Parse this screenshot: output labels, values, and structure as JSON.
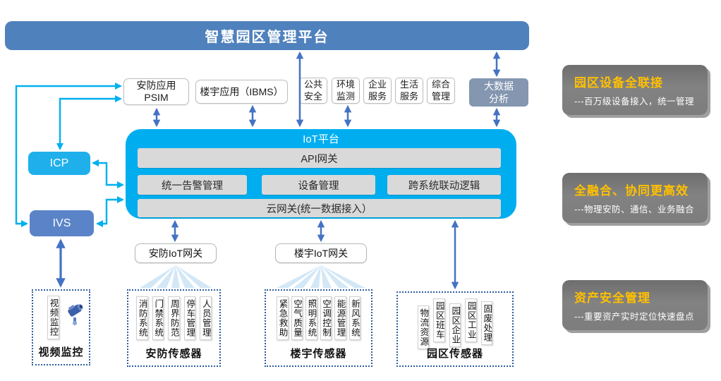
{
  "banner": {
    "title": "智慧园区管理平台"
  },
  "apps": {
    "psim": {
      "l1": "安防应用",
      "l2": "PSIM"
    },
    "ibms": {
      "label": "楼宇应用（IBMS）"
    },
    "services": [
      {
        "l1": "公共",
        "l2": "安全"
      },
      {
        "l1": "环境",
        "l2": "监测"
      },
      {
        "l1": "企业",
        "l2": "服务"
      },
      {
        "l1": "生活",
        "l2": "服务"
      },
      {
        "l1": "综合",
        "l2": "管理"
      }
    ],
    "bigdata": {
      "l1": "大数据",
      "l2": "分析"
    }
  },
  "iot": {
    "title": "IoT平台",
    "api_gateway": "API网关",
    "modules": [
      "统一告警管理",
      "设备管理",
      "跨系统联动逻辑"
    ],
    "cloud_gateway": "云网关(统一数据接入）"
  },
  "left_systems": {
    "icp": "ICP",
    "ivs": "IVS"
  },
  "gateways": {
    "security": "安防IoT网关",
    "building": "楼宇IoT网关"
  },
  "sensor_groups": {
    "video": {
      "item": "视频监控",
      "label": "视频监控"
    },
    "security": {
      "items": [
        "消防系统",
        "门禁系统",
        "周界防范",
        "停车管理",
        "人员管理"
      ],
      "label": "安防传感器"
    },
    "building": {
      "items": [
        "紧急救助",
        "空气质量",
        "照明系统",
        "空调控制",
        "能源管理",
        "新风系统"
      ],
      "label": "楼宇传感器"
    },
    "park": {
      "items": [
        "物流资源",
        "园区班车",
        "园区企业",
        "园区工业",
        "固废处理"
      ],
      "label": "园区传感器"
    }
  },
  "benefit_panels": [
    {
      "title": "园区设备全联接",
      "desc": "---百万级设备接入，统一管理"
    },
    {
      "title": "全融合、协同更高效",
      "desc": "---物理安防、通信、业务融合"
    },
    {
      "title": "资产安全管理",
      "desc": "---重要资产实时定位快速盘点"
    }
  ],
  "colors": {
    "banner": "#4F81BD",
    "iot_platform": "#00AEEF",
    "module_bg": "#D9D9D9",
    "icp": "#1FB0EC",
    "ivs": "#5B84C8",
    "bigdata": "#8496B0",
    "arrow": "#4472C4",
    "link": "#00B0F0",
    "panel_bg": "#7F7F7F",
    "panel_title": "#FFC000"
  }
}
